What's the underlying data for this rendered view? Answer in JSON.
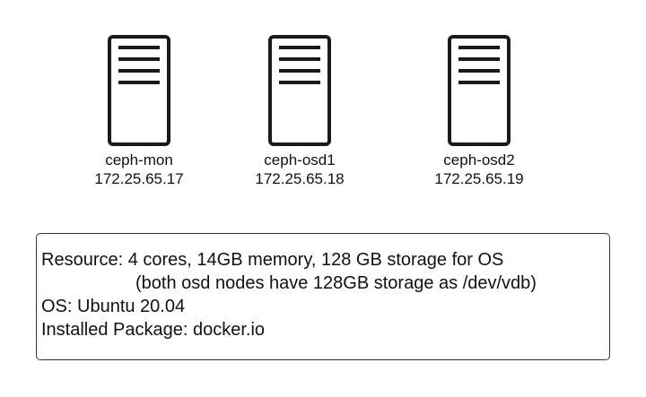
{
  "servers": [
    {
      "name": "ceph-mon",
      "ip": "172.25.65.17",
      "icon": "server-icon"
    },
    {
      "name": "ceph-osd1",
      "ip": "172.25.65.18",
      "icon": "server-icon"
    },
    {
      "name": "ceph-osd2",
      "ip": "172.25.65.19",
      "icon": "server-icon"
    }
  ],
  "info": {
    "resource": "Resource: 4 cores, 14GB memory, 128 GB storage for OS",
    "note": "(both osd nodes have 128GB storage as /dev/vdb)",
    "os": "OS: Ubuntu 20.04",
    "package": "Installed Package: docker.io"
  }
}
